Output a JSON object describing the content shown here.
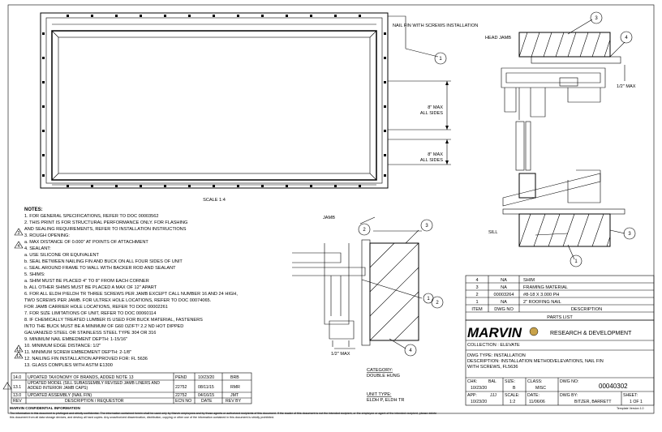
{
  "scale_label": "SCALE 1:4",
  "callouts": {
    "nail_fin": "NAIL FIN WITH SCREWS INSTALLATION",
    "head_jamb": "HEAD JAMB",
    "sill": "SILL",
    "jamb": "JAMB",
    "half_max_right": "1/2\" MAX",
    "half_max_jamb": "1/2\" MAX",
    "dim_8_top_a": "8\" MAX",
    "dim_8_top_b": "ALL SIDES",
    "dim_8_bot_a": "8\" MAX",
    "dim_8_bot_b": "ALL SIDES"
  },
  "balloons": [
    "1",
    "2",
    "3",
    "4",
    "1",
    "3",
    "1",
    "2",
    "4",
    "3"
  ],
  "notes": {
    "title": "NOTES:",
    "lines": [
      "1.  FOR GENERAL SPECIFICATIONS, REFER TO DOC 00003562",
      "2.  THIS PRINT IS FOR STRUCTURAL PERFORMANCE ONLY.  FOR FLASHING",
      "     AND SEALING REQUIREMENTS, REFER TO INSTALLATION INSTRUCTIONS",
      "3.  ROUGH OPENING:",
      "     a. MAX DISTANCE OF 0.000\" AT POINTS OF ATTACHMENT",
      "4.  SEALANT:",
      "     a. USE SILICONE OR EQUIVALENT",
      "     b. SEAL BETWEEN NAILING FIN AND BUCK ON ALL FOUR SIDES OF UNIT",
      "     c. SEAL AROUND FRAME TO WALL WITH BACKER ROD AND SEALANT",
      "5.  SHIMS:",
      "     a. SHIM MUST BE PLACED 4\" TO 8\" FROM EACH CORNER",
      "     b. ALL OTHER SHIMS MUST BE PLACED A MAX OF 12\" APART",
      "6.  FOR ALL ELDH P/ELDH TR THREE SCREWS PER JAMB EXCEPT CALL NUMBER 16 AND 24 HIGH,",
      "     TWO SCREWS PER JAMB. FOR ULTREX HOLE LOCATIONS, REFER TO DOC 00074065.",
      "     FOR JAMB CARRIER HOLE LOCATIONS, REFER TO DOC 00002261",
      "7.  FOR SIZE LIMITATIONS OF UNIT, REFER TO DOC 00060114",
      "8.  IF CHEMICALLY TREATED LUMBER IS USED FOR BUCK MATERIAL, FASTENERS",
      "     INTO THE BUCK MUST BE A MINIMUM OF G60 OZ/FT² 2.2 ND HOT DIPPED",
      "     GALVANIZED STEEL OR STAINLESS STEEL TYPE 304 OR 316",
      "9.  MINIMUM NAIL EMBEDMENT DEPTH: 1-15/16\"",
      "10. MINIMUM EDGE DISTANCE: 1/2\"",
      "11. MINIMUM SCREW EMBEDMENT DEPTH: 2-1/8\"",
      "12. NAILING FIN INSTALLATION APPROVED FOR: FL 5636",
      "13. GLASS COMPLIES WITH ASTM E1300"
    ],
    "triangle_marks": [
      "3",
      "4",
      "11",
      "12"
    ]
  },
  "category": {
    "label": "CATEGORY:",
    "value": "DOUBLE HUNG"
  },
  "unit_type": {
    "label": "UNIT TYPE:",
    "value": "ELDH P, ELDH TR"
  },
  "parts_list": {
    "title": "PARTS LIST",
    "headers": [
      "ITEM",
      "DWG NO",
      "DESCRIPTION"
    ],
    "rows": [
      [
        "4",
        "NA",
        "SHIM"
      ],
      [
        "3",
        "NA",
        "FRAMING MATERIAL"
      ],
      [
        "2",
        "00003264",
        "#8-18 X 3.000 PH"
      ],
      [
        "1",
        "NA",
        "2\" ROOFING NAIL"
      ]
    ]
  },
  "brand": {
    "name": "MARVIN",
    "dept": "RESEARCH & DEVELOPMENT"
  },
  "title_block": {
    "collection": "COLLECTION :  ELEVATE",
    "dwg_type": "DWG TYPE:  INSTALLATION",
    "description_1": "DESCRIPTION: INSTALLATION METHOD/ELEVATIONS, NAIL FIN",
    "description_2": "WITH SCREWS, FL5636",
    "chk_label": "CHK:",
    "chk_val": "BAL",
    "chk_date": "10/23/20",
    "size_label": "SIZE:",
    "size_val": "B",
    "class_label": "CLASS:",
    "class_val": "MISC",
    "dwgno_label": "DWG NO:",
    "dwgno_val": "00040302",
    "app_label": "APP:",
    "app_val": "JJJ",
    "app_date": "10/23/20",
    "scale_label": "SCALE:",
    "scale_val": "1:2",
    "date_label": "DATE:",
    "date_val": "11/06/06",
    "dwgby_label": "DWG BY:",
    "dwgby_val": "BITZER, BARRETT",
    "sheet_label": "SHEET:",
    "sheet_val": "1 OF 1"
  },
  "revisions": {
    "headers": [
      "REV",
      "DESCRIPTION / REQUESTOR",
      "ECN NO",
      "DATE",
      "REV BY"
    ],
    "rows": [
      [
        "14.0",
        "UPDATED TAXONOMY OF BRANDS, ADDED NOTE 13",
        "PEND",
        "10/23/20",
        "BRB"
      ],
      [
        "13.1",
        "UPDATED MODEL (SILL SUBASSEMBLY REVISED JAMB LINERS AND ADDED INTERIOR JAMB CAPS)",
        "22752",
        "08/11/15",
        "RMR"
      ],
      [
        "13.0",
        "UPDATED ASSEMBLY (NAIL FIN)",
        "22752",
        "04/16/15",
        "JMT"
      ]
    ]
  },
  "footer": {
    "heading": "MARVIN CONFIDENTIAL INFORMATION",
    "line1": "The information in this document is privileged and strictly confidential. The information contained herein shall be used only by Marvin employees and by those agents or authorized recipients of this document. If the reader of this document is not the intended recipient, or the employee or agent of the intended recipient, please delete",
    "line2": "this document from all data storage devices, and destroy all hard copies. Any unauthorized dissemination, distribution, copying or other use of the information contained in this document is strictly prohibited.",
    "template": "Template Version 1.0"
  }
}
